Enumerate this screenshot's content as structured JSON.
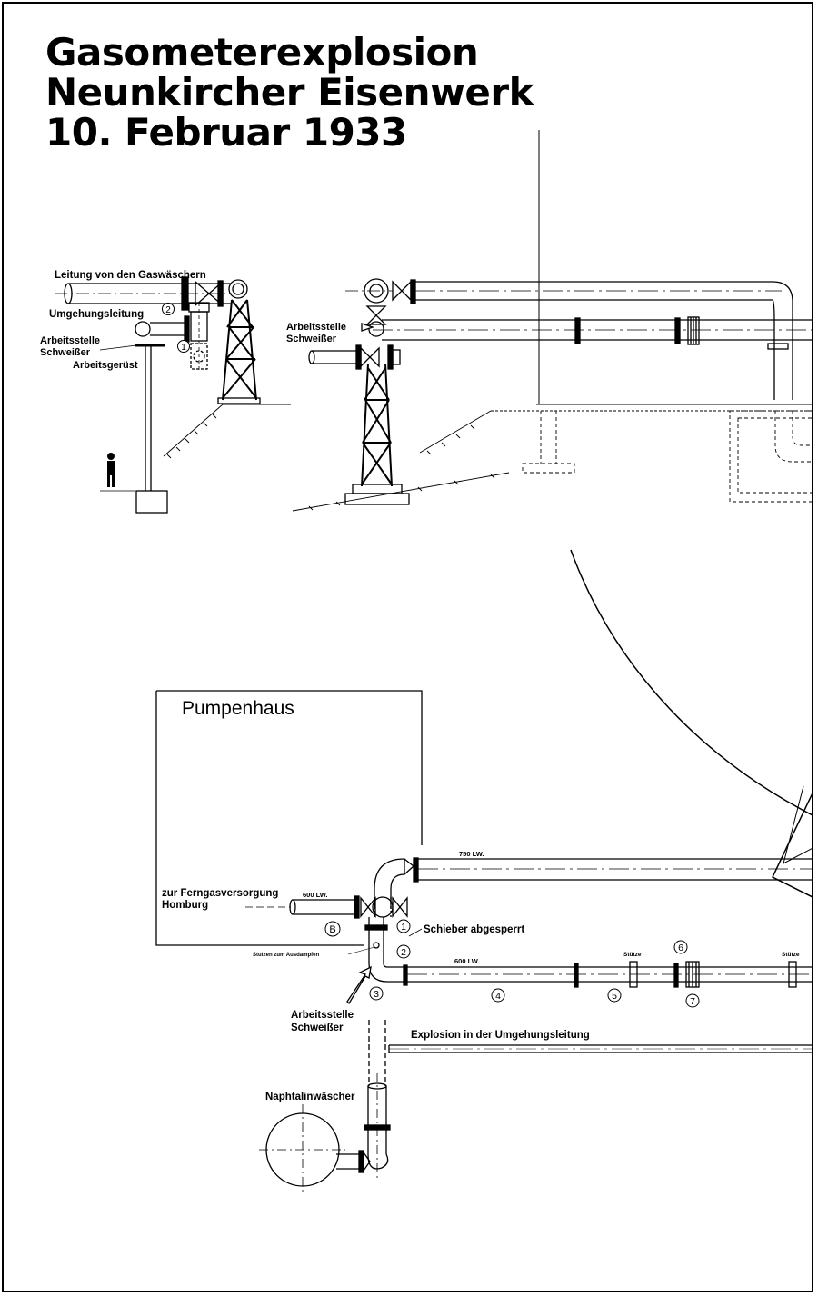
{
  "title": {
    "line1": "Gasometerexplosion",
    "line2": "Neunkircher Eisenwerk",
    "line3": "10. Februar 1933"
  },
  "elevation_labels": {
    "leitung": "Leitung von den Gaswäschern",
    "umgehung": "Umgehungsleitung",
    "arbeitsstelle_left_1": "Arbeitsstelle",
    "arbeitsstelle_left_2": "Schweißer",
    "arbeitsgeruest": "Arbeitsgerüst",
    "arbeitsstelle_right_1": "Arbeitsstelle",
    "arbeitsstelle_right_2": "Schweißer",
    "marker_1": "1",
    "marker_2": "2"
  },
  "plan_labels": {
    "pumpenhaus": "Pumpenhaus",
    "ferngas_1": "zur Ferngasversorgung",
    "ferngas_2": "Homburg",
    "lw_600_a": "600 LW.",
    "lw_750": "750 LW.",
    "lw_600_b": "600 LW.",
    "schieber": "Schieber abgesperrt",
    "stutzen": "Stutzen zum Ausdampfen",
    "stuetze_1": "Stütze",
    "stuetze_2": "Stütze",
    "arbeitsstelle_1": "Arbeitsstelle",
    "arbeitsstelle_2": "Schweißer",
    "explosion": "Explosion in der Umgehungsleitung",
    "naphtalin": "Naphtalinwäscher",
    "marker_B": "B",
    "marker_1": "1",
    "marker_2": "2",
    "marker_3": "3",
    "marker_4": "4",
    "marker_5": "5",
    "marker_6": "6",
    "marker_7": "7"
  }
}
